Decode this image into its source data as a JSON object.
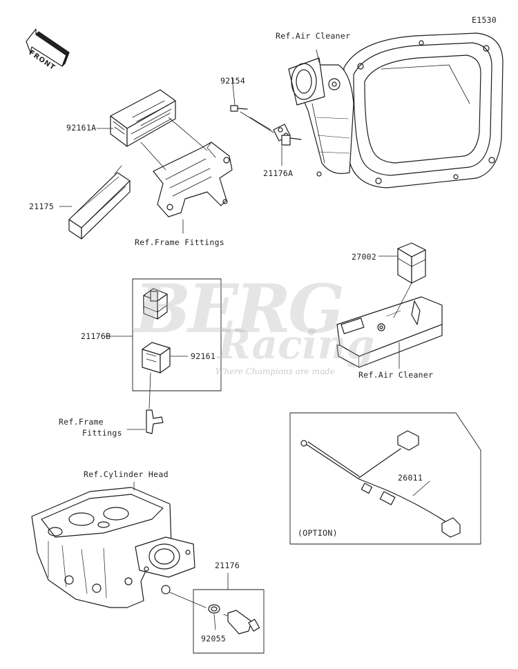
{
  "diagram_code": "E1530",
  "front_label": "FRONT",
  "watermark": {
    "brand_top": "BERG",
    "brand_bottom": "Racing",
    "tagline": "Where Champions are made"
  },
  "parts": {
    "p_92154": "92154",
    "p_92161A": "92161A",
    "p_21175": "21175",
    "p_21176A": "21176A",
    "p_27002": "27002",
    "p_21176B": "21176B",
    "p_92161": "92161",
    "p_26011": "26011",
    "p_21176": "21176",
    "p_92055": "92055"
  },
  "refs": {
    "air_cleaner_top": "Ref.Air Cleaner",
    "frame_fittings_top": "Ref.Frame Fittings",
    "air_cleaner_mid": "Ref.Air Cleaner",
    "frame_fittings_left_1": "Ref.Frame",
    "frame_fittings_left_2": "Fittings",
    "cylinder_head": "Ref.Cylinder Head"
  },
  "option_label": "(OPTION)"
}
